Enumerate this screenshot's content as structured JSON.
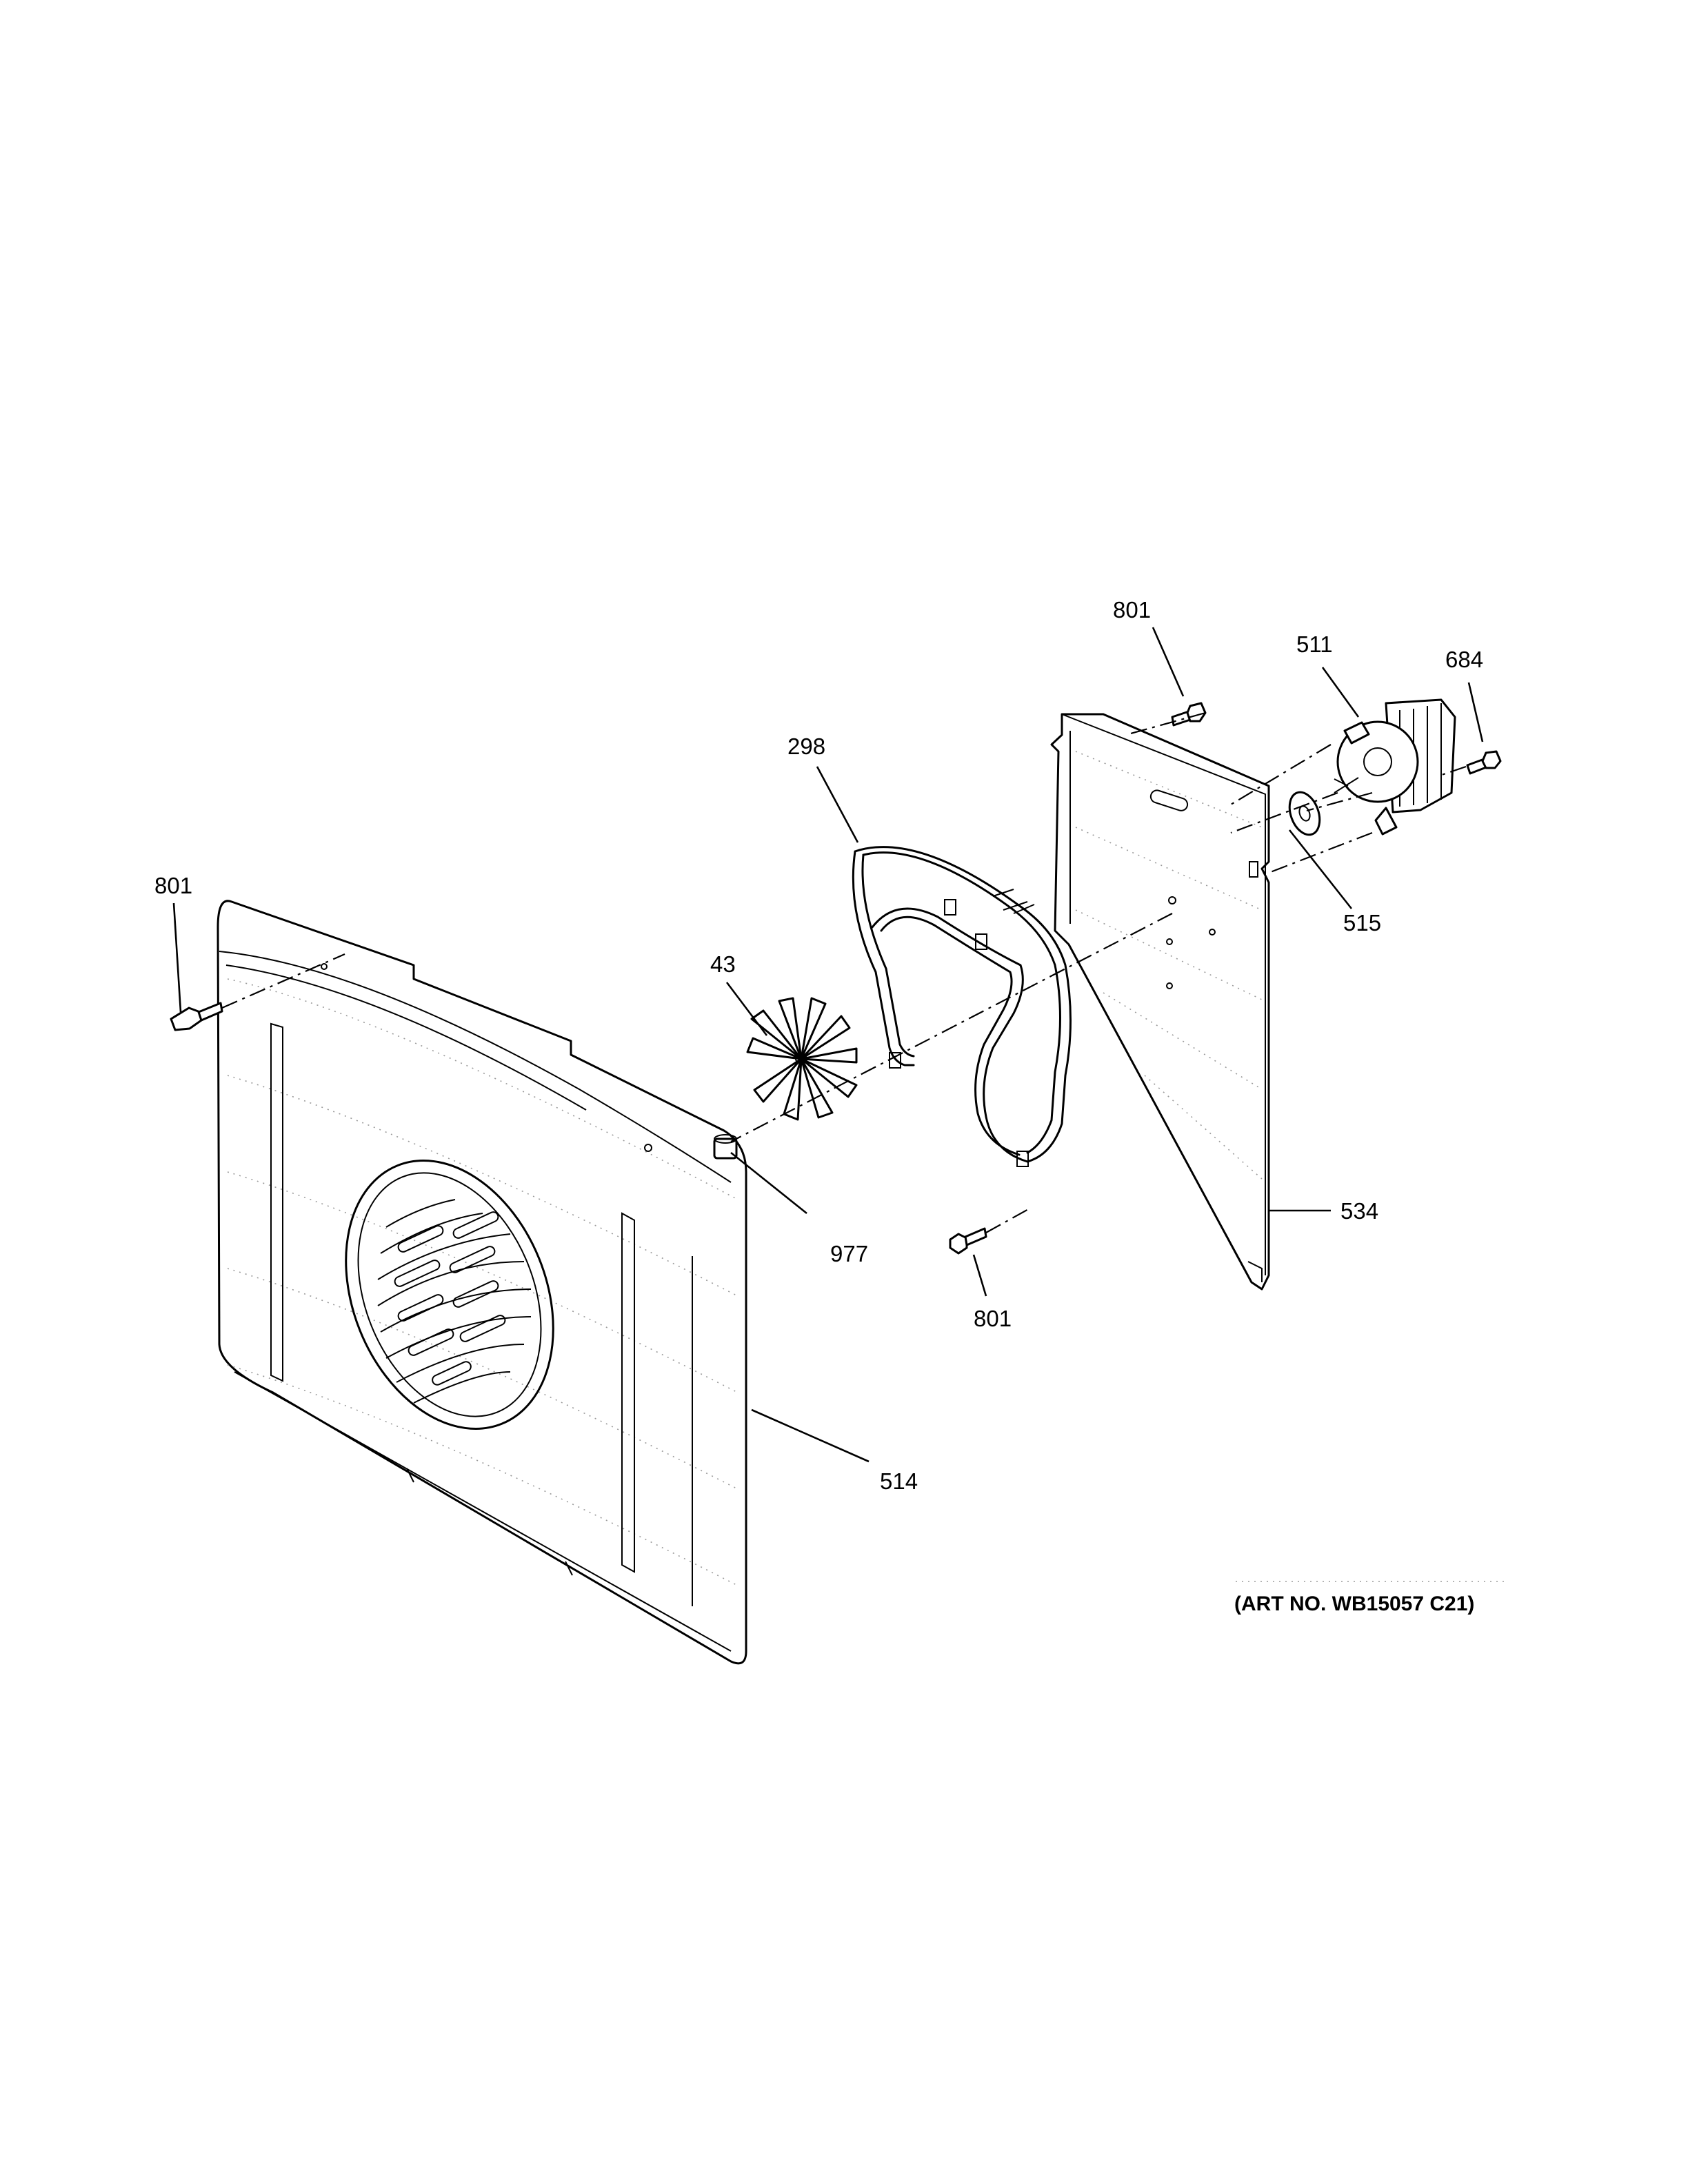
{
  "diagram": {
    "callouts": {
      "c801_top": "801",
      "c511": "511",
      "c684": "684",
      "c298": "298",
      "c801_left": "801",
      "c43": "43",
      "c515": "515",
      "c534": "534",
      "c977": "977",
      "c801_bottom": "801",
      "c514": "514"
    },
    "art_number": "(ART NO. WB15057 C21)"
  }
}
